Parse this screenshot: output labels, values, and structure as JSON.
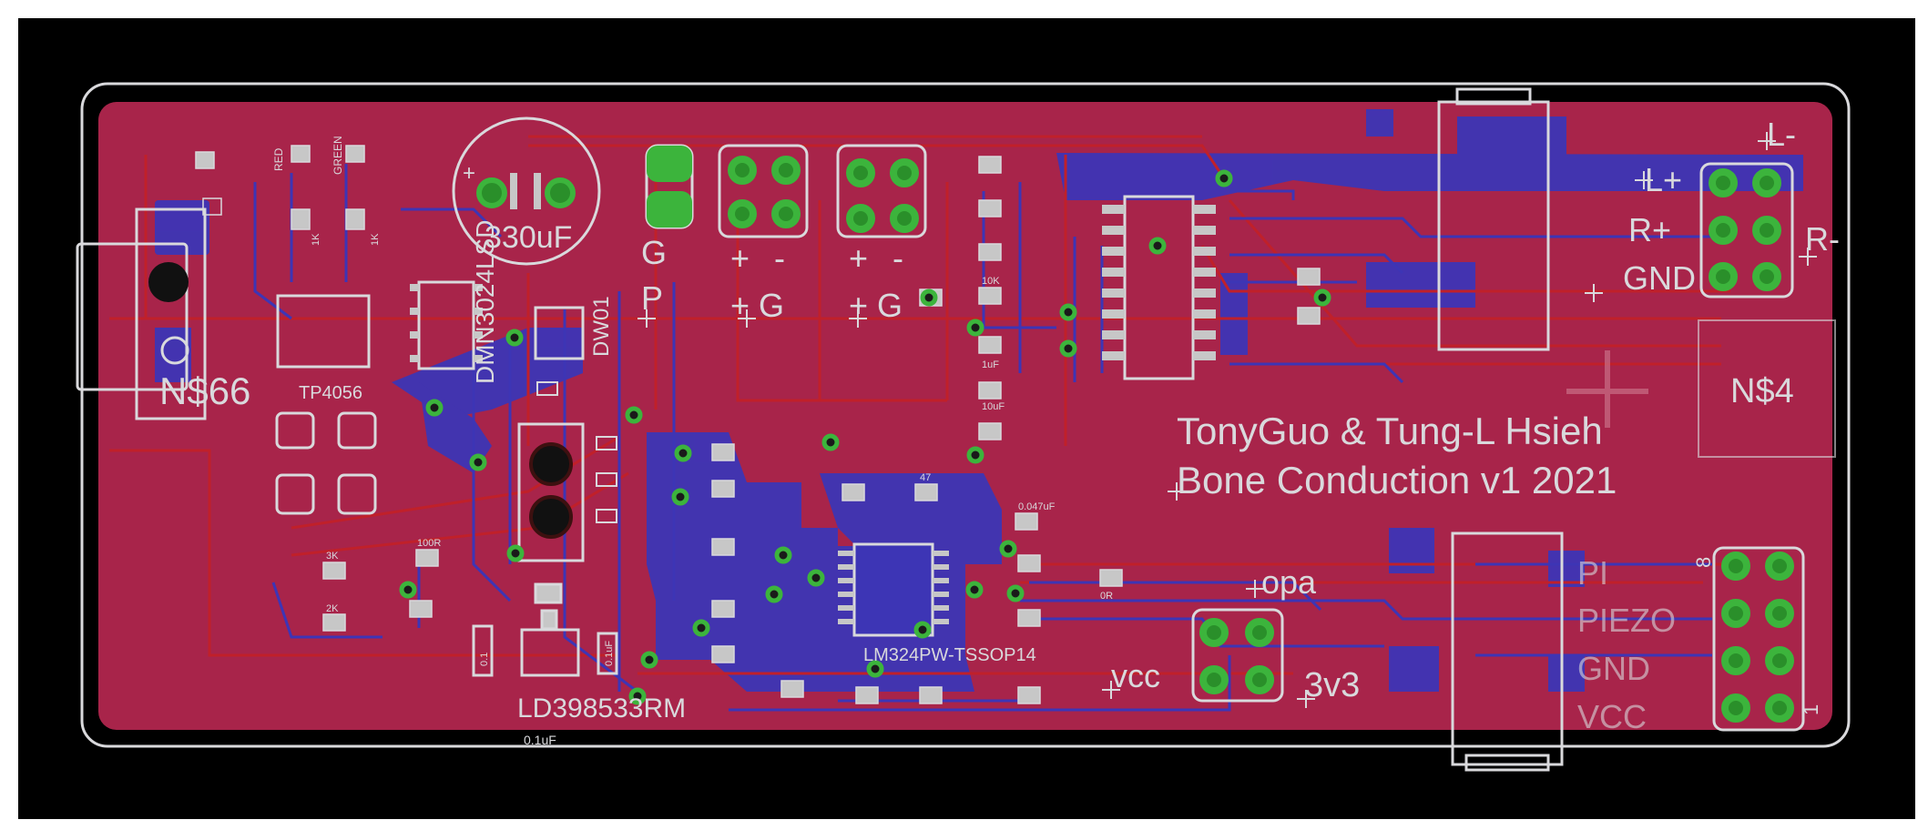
{
  "colors": {
    "background": "#000000",
    "board_fill": "#a8244a",
    "bottom_copper": "#3d35b5",
    "top_trace": "#c0202a",
    "silkscreen": "#d9d9dc",
    "via": "#3cb43c",
    "pad_fill": "#c7c7c7"
  },
  "credits": {
    "authors": "TonyGuo & Tung-L Hsieh",
    "title": "Bone Conduction v1 2021"
  },
  "components": {
    "n66": "N$66",
    "tp4056": "TP4056",
    "dmn": "DMN3024LSD",
    "cap330": "330uF",
    "dw01": "DW01",
    "lm324": "LM324PW-TSSOP14",
    "ld3985": "LD398533RM",
    "n4": "N$4"
  },
  "connectors": {
    "gp_g": "G",
    "gp_p": "P",
    "pm1_plus": "+",
    "pm1_minus": "-",
    "pm2_plus": "+",
    "pm2_minus": "-",
    "pg1": "+ G",
    "pg2": "+ G",
    "l_minus": "L-",
    "l_plus": "L+",
    "r_plus": "R+",
    "r_minus": "R-",
    "gnd_top": "GND",
    "opa": "opa",
    "vcc_small": "vcc",
    "v3v3": "3v3",
    "pi": "PI",
    "piezo": "PIEZO",
    "gnd_bottom": "GND",
    "vcc_big": "VCC",
    "pin8": "8",
    "pin1": "1",
    "cap_plus": "+"
  },
  "small_labels": {
    "red": "RED",
    "green": "GREEN",
    "r1k_a": "1K",
    "r1k_b": "1K",
    "cap_01a": "0.1",
    "cap_01b": "0.1uF",
    "cap_01c": "0.1uF",
    "r_3k": "3K",
    "r_2k": "2K",
    "r_100": "100R",
    "r_47": "47",
    "r_0r": "0R",
    "c_1uf": "1uF",
    "c_10uf": "10uF",
    "c_047": "0.047uF",
    "r_10k": "10K"
  }
}
